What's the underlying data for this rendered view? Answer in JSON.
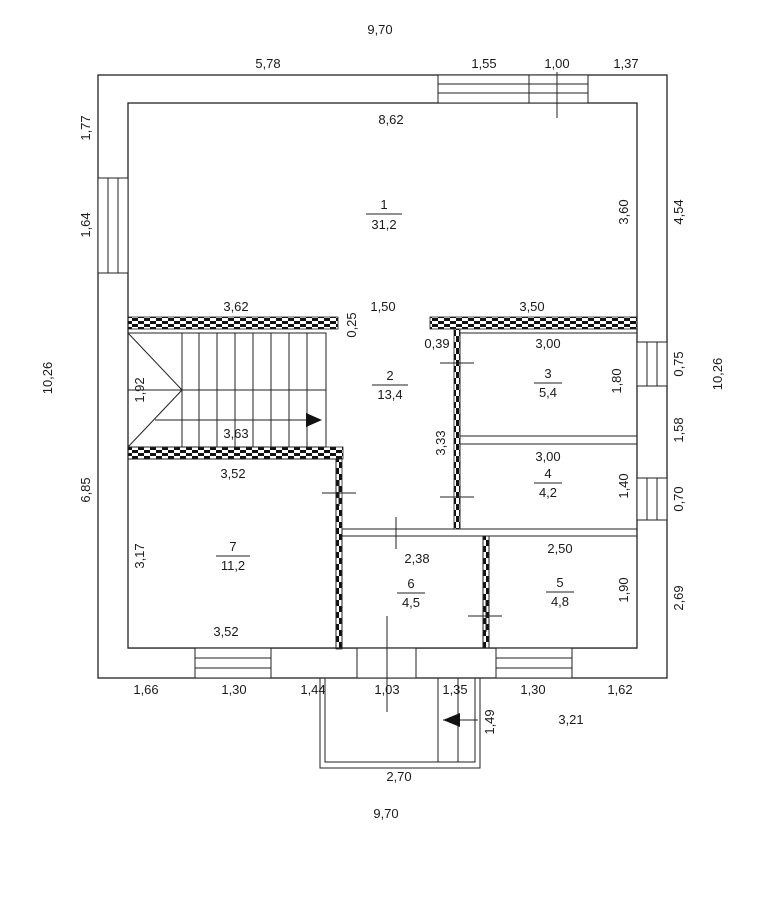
{
  "overall": {
    "top_width": "9,70",
    "bottom_width": "9,70",
    "left_height": "10,26",
    "right_height": "10,26"
  },
  "dims": {
    "top_5_78": "5,78",
    "top_1_55": "1,55",
    "top_1_00": "1,00",
    "top_1_37": "1,37",
    "room1_width": "8,62",
    "left_1_77": "1,77",
    "left_1_64": "1,64",
    "left_6_85": "6,85",
    "right_3_60": "3,60",
    "right_4_54": "4,54",
    "wall_3_62": "3,62",
    "gap_1_50": "1,50",
    "wall_3_50": "3,50",
    "wall_0_25": "0,25",
    "wall_0_39": "0,39",
    "room3_width": "3,00",
    "room3_height": "1,80",
    "right_0_75": "0,75",
    "stair_1_92": "1,92",
    "stair_3_63": "3,63",
    "hall_3_33": "3,33",
    "right_1_58": "1,58",
    "room4_width": "3,00",
    "room4_height": "1,40",
    "right_0_70": "0,70",
    "room7_top": "3,52",
    "room7_height": "3,17",
    "room7_bottom": "3,52",
    "room6_width": "2,38",
    "room5_width": "2,50",
    "room5_height": "1,90",
    "right_2_69": "2,69",
    "bottom_1_66": "1,66",
    "bottom_1_30a": "1,30",
    "bottom_1_44": "1,44",
    "bottom_1_03": "1,03",
    "bottom_1_35": "1,35",
    "bottom_1_30b": "1,30",
    "bottom_1_62": "1,62",
    "porch_1_49": "1,49",
    "porch_3_21": "3,21",
    "porch_2_70": "2,70"
  },
  "rooms": [
    {
      "number": "1",
      "area": "31,2"
    },
    {
      "number": "2",
      "area": "13,4"
    },
    {
      "number": "3",
      "area": "5,4"
    },
    {
      "number": "4",
      "area": "4,2"
    },
    {
      "number": "5",
      "area": "4,8"
    },
    {
      "number": "6",
      "area": "4,5"
    },
    {
      "number": "7",
      "area": "11,2"
    }
  ]
}
